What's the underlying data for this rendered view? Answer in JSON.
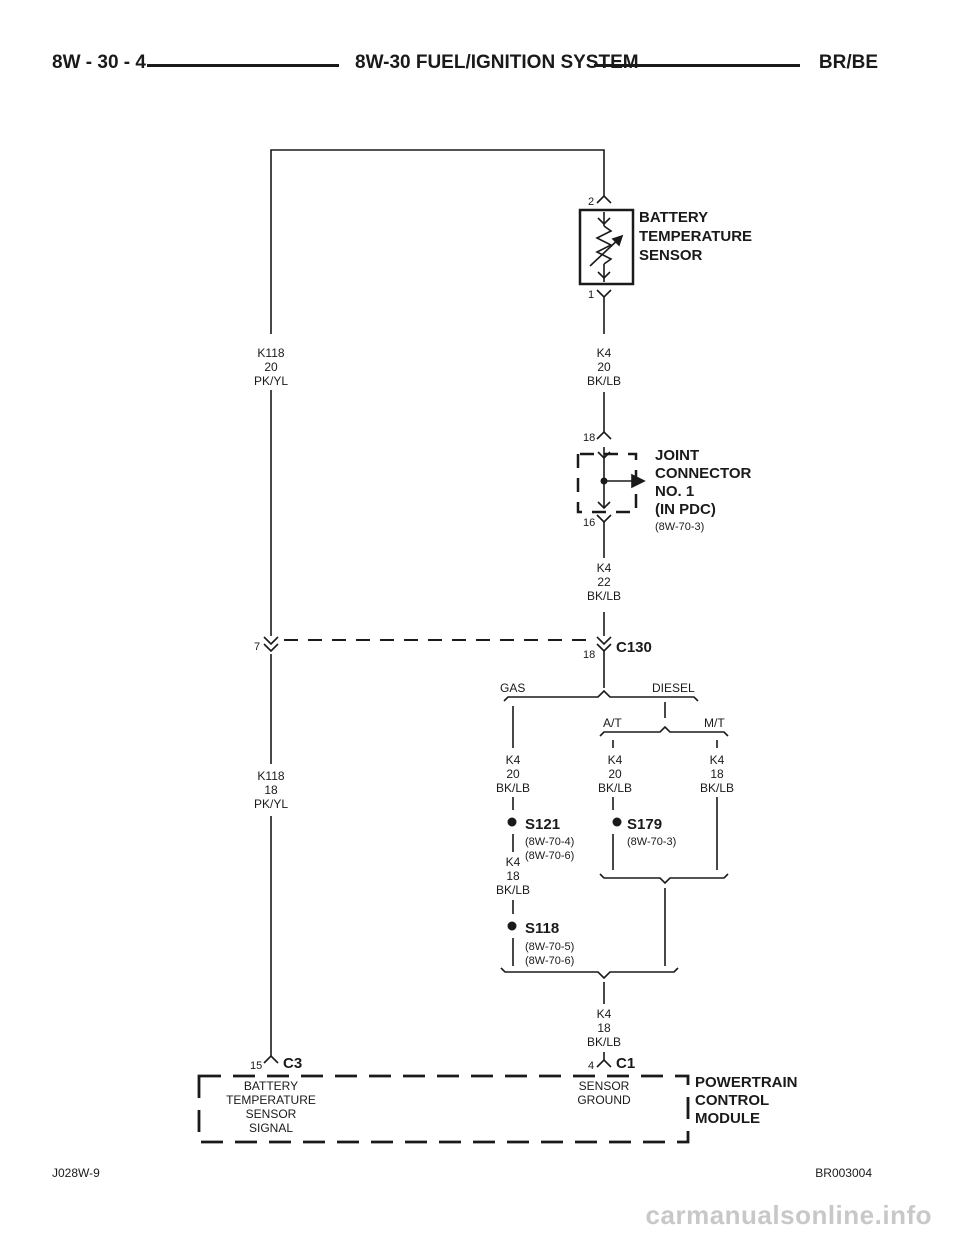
{
  "header": {
    "left": "8W - 30 - 4",
    "center": "8W-30 FUEL/IGNITION SYSTEM",
    "right": "BR/BE"
  },
  "components": {
    "sensor": {
      "name_lines": [
        "BATTERY",
        "TEMPERATURE",
        "SENSOR"
      ],
      "pin_top": "2",
      "pin_bottom": "1"
    },
    "joint_connector": {
      "name_lines": [
        "JOINT",
        "CONNECTOR",
        "NO. 1",
        "(IN PDC)"
      ],
      "ref": "(8W-70-3)",
      "pin_top": "18",
      "pin_bottom": "16"
    },
    "c130": {
      "name": "C130",
      "pin_left": "7",
      "pin_right": "18"
    },
    "pcm": {
      "name_lines": [
        "POWERTRAIN",
        "CONTROL",
        "MODULE"
      ]
    }
  },
  "wires": {
    "k118_upper": [
      "K118",
      "20",
      "PK/YL"
    ],
    "k4_upper": [
      "K4",
      "20",
      "BK/LB"
    ],
    "k4_mid": [
      "K4",
      "22",
      "BK/LB"
    ],
    "k118_lower": [
      "K118",
      "18",
      "PK/YL"
    ],
    "k4_gas": [
      "K4",
      "20",
      "BK/LB"
    ],
    "k4_at": [
      "K4",
      "20",
      "BK/LB"
    ],
    "k4_mt": [
      "K4",
      "18",
      "BK/LB"
    ],
    "k4_s121_below": [
      "K4",
      "18",
      "BK/LB"
    ],
    "k4_bottom": [
      "K4",
      "18",
      "BK/LB"
    ]
  },
  "options": {
    "gas": "GAS",
    "diesel": "DIESEL",
    "at": "A/T",
    "mt": "M/T"
  },
  "splices": {
    "s121": {
      "name": "S121",
      "refs": [
        "(8W-70-4)",
        "(8W-70-6)"
      ]
    },
    "s179": {
      "name": "S179",
      "refs": [
        "(8W-70-3)"
      ]
    },
    "s118": {
      "name": "S118",
      "refs": [
        "(8W-70-5)",
        "(8W-70-6)"
      ]
    }
  },
  "pcm_pins": {
    "c3": {
      "connector": "C3",
      "pin": "15",
      "signal_lines": [
        "BATTERY",
        "TEMPERATURE",
        "SENSOR",
        "SIGNAL"
      ]
    },
    "c1": {
      "connector": "C1",
      "pin": "4",
      "signal_lines": [
        "SENSOR",
        "GROUND"
      ]
    }
  },
  "footer": {
    "left": "J028W-9",
    "right": "BR003004"
  },
  "watermark": "carmanualsonline.info"
}
